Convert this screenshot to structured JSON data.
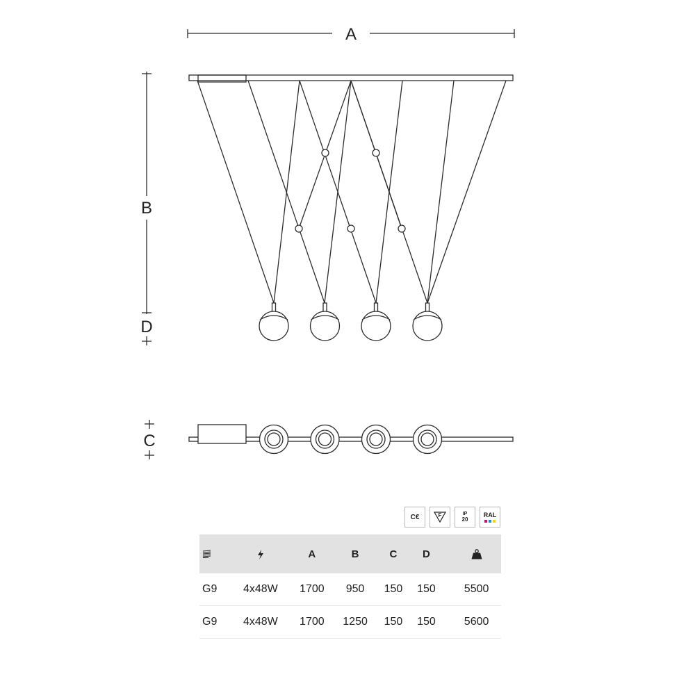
{
  "dimension_labels": {
    "a": "A",
    "b": "B",
    "c": "C",
    "d": "D"
  },
  "icons": {
    "lamp_type": "lamp-socket-icon",
    "power": "lightning-icon",
    "weight": "weight-icon",
    "ce_mark": "ce-mark-icon",
    "f_mark": "f-mark-icon",
    "ral_colors": [
      "#e5007e",
      "#009fe3",
      "#ffd500"
    ]
  },
  "certifications": {
    "ce": "C€",
    "f": "F",
    "ip_top": "IP",
    "ip_bottom": "20",
    "ral": "RAL"
  },
  "table": {
    "headers": [
      "A",
      "B",
      "C",
      "D"
    ],
    "rows": [
      {
        "lamp": "G9",
        "power": "4x48W",
        "a": "1700",
        "b": "950",
        "c": "150",
        "d": "150",
        "weight": "5500"
      },
      {
        "lamp": "G9",
        "power": "4x48W",
        "a": "1700",
        "b": "1250",
        "c": "150",
        "d": "150",
        "weight": "5600"
      }
    ]
  }
}
